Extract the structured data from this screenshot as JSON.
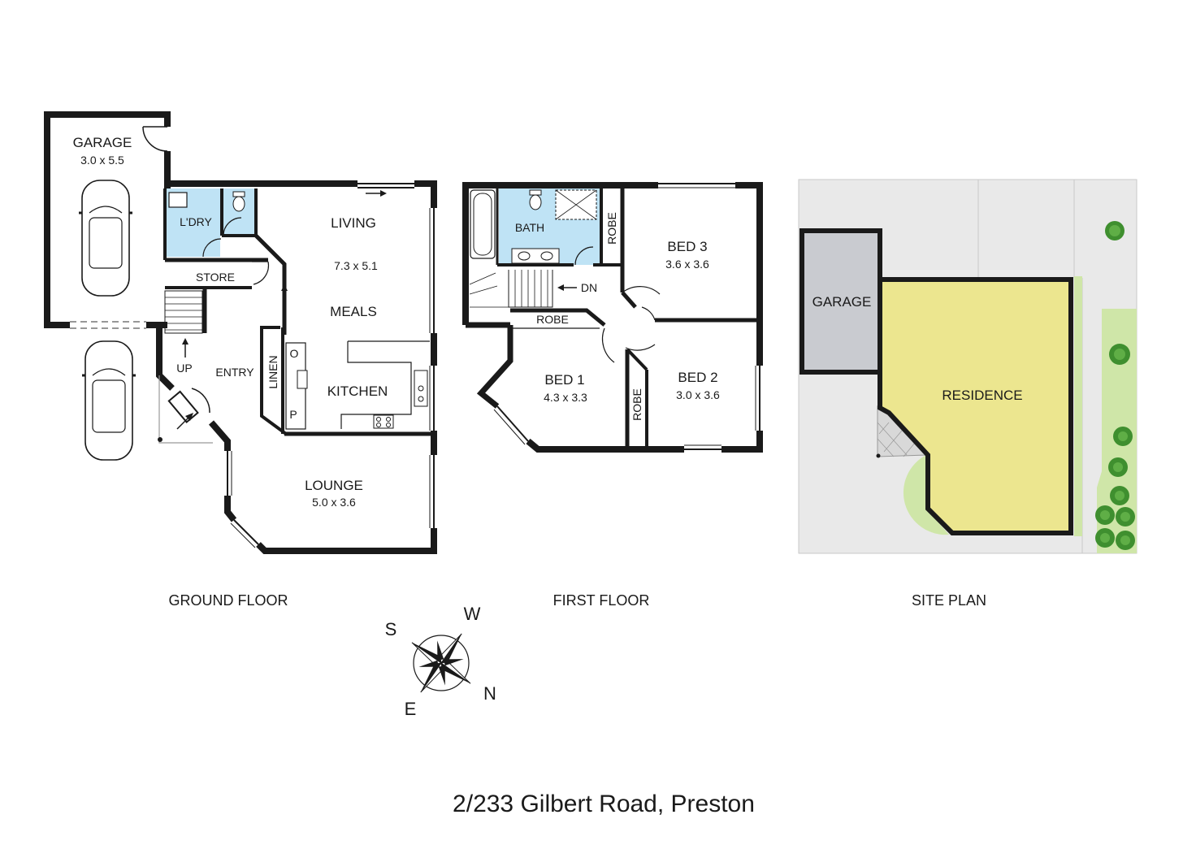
{
  "title": "2/233 Gilbert Road, Preston",
  "colors": {
    "wall": "#1a1a1a",
    "wet_area": "#bfe3f5",
    "site_ground": "#e9e9e9",
    "residence": "#ece68f",
    "garage_site": "#c9cbd0",
    "garden": "#cfe6a8",
    "tree": "#3f8f2f"
  },
  "ground_floor": {
    "caption": "GROUND FLOOR",
    "garage": {
      "label": "GARAGE",
      "dims": "3.0 x 5.5"
    },
    "laundry": {
      "label": "L'DRY"
    },
    "store": {
      "label": "STORE"
    },
    "up": {
      "label": "UP"
    },
    "entry": {
      "label": "ENTRY"
    },
    "linen": {
      "label": "LINEN"
    },
    "pantry_o": {
      "label": "O"
    },
    "pantry_p": {
      "label": "P"
    },
    "living": {
      "label": "LIVING",
      "dims": "7.3 x 5.1"
    },
    "meals": {
      "label": "MEALS"
    },
    "kitchen": {
      "label": "KITCHEN"
    },
    "lounge": {
      "label": "LOUNGE",
      "dims": "5.0 x 3.6"
    }
  },
  "first_floor": {
    "caption": "FIRST FLOOR",
    "bath": {
      "label": "BATH"
    },
    "robe_top": {
      "label": "ROBE"
    },
    "robe_mid": {
      "label": "ROBE"
    },
    "robe_bed2": {
      "label": "ROBE"
    },
    "dn": {
      "label": "DN"
    },
    "bed1": {
      "label": "BED 1",
      "dims": "4.3 x 3.3"
    },
    "bed2": {
      "label": "BED 2",
      "dims": "3.0 x 3.6"
    },
    "bed3": {
      "label": "BED 3",
      "dims": "3.6 x 3.6"
    }
  },
  "site_plan": {
    "caption": "SITE PLAN",
    "garage": {
      "label": "GARAGE"
    },
    "residence": {
      "label": "RESIDENCE"
    }
  },
  "compass": {
    "n": "N",
    "s": "S",
    "e": "E",
    "w": "W"
  },
  "icons": [
    "car-icon",
    "compass-rose-icon",
    "tree-icon",
    "bathtub-icon",
    "toilet-icon",
    "sink-icon",
    "stove-icon"
  ]
}
